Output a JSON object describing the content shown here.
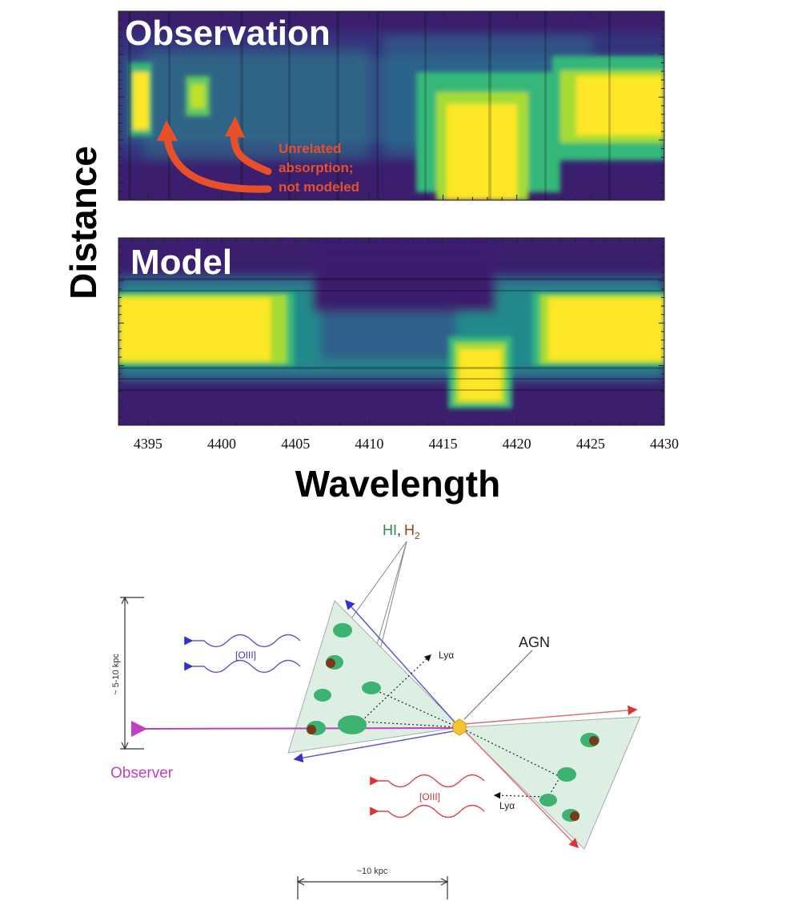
{
  "figure": {
    "ylabel": "Distance",
    "xlabel": "Wavelength",
    "top_panel": {
      "title": "Observation",
      "annotation_lines": [
        "Unrelated",
        "absorption;",
        "not modeled"
      ]
    },
    "bottom_panel": {
      "title": "Model"
    },
    "x_ticks": [
      "4395",
      "4400",
      "4405",
      "4410",
      "4415",
      "4420",
      "4425",
      "4430"
    ]
  },
  "chart_data": [
    {
      "type": "heatmap",
      "title": "Observation",
      "xlabel": "Wavelength",
      "ylabel": "Distance",
      "xlim": [
        4393,
        4430
      ],
      "x_ticks": [
        4395,
        4400,
        4405,
        4410,
        4415,
        4420,
        4425,
        4430
      ],
      "colormap": "viridis",
      "bright_regions": [
        {
          "x": [
            4393.5,
            4394.8
          ],
          "level": "high"
        },
        {
          "x": [
            4397.2,
            4398.6
          ],
          "level": "medium"
        },
        {
          "x": [
            4414.5,
            4420.5
          ],
          "level": "high"
        },
        {
          "x": [
            4422,
            4430
          ],
          "level": "high"
        }
      ]
    },
    {
      "type": "heatmap",
      "title": "Model",
      "xlabel": "Wavelength",
      "ylabel": "Distance",
      "xlim": [
        4393,
        4430
      ],
      "x_ticks": [
        4395,
        4400,
        4405,
        4410,
        4415,
        4420,
        4425,
        4430
      ],
      "colormap": "viridis",
      "bright_regions": [
        {
          "x": [
            4393,
            4403.5
          ],
          "level": "high"
        },
        {
          "x": [
            4416,
            4419.5
          ],
          "level": "high"
        },
        {
          "x": [
            4422,
            4430
          ],
          "level": "high"
        }
      ]
    }
  ],
  "diagram": {
    "hi_label": "HI",
    "comma": ",",
    "h2_label": "H",
    "h2_sub": "2",
    "agn_label": "AGN",
    "lya_top": "Lyα",
    "lya_bottom": "Lyα",
    "oiii_left": "[OIII]",
    "oiii_right": "[OIII]",
    "observer_label": "Observer",
    "vertical_scale": "~ 5-10 kpc",
    "horizontal_scale": "~10 kpc",
    "colors": {
      "hi": "#2e8b57",
      "h2": "#8b4513",
      "observer": "#c040c0",
      "oiii_blue": "#4444bb",
      "oiii_red": "#cc3333",
      "cone_fill": "#dcefe2",
      "cloud_green": "#3cb371",
      "cloud_brown": "#7a3a1a"
    }
  }
}
